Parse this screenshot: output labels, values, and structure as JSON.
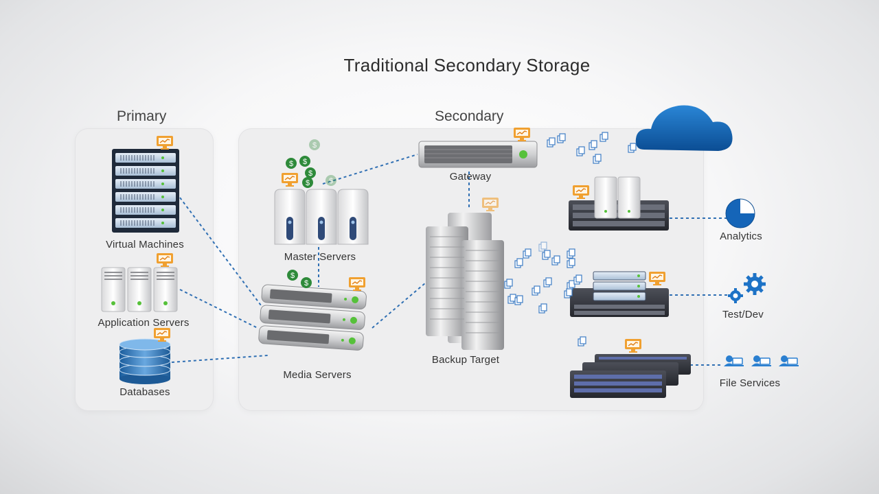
{
  "diagram": {
    "title": "Traditional Secondary Storage",
    "primary": {
      "heading": "Primary",
      "items": [
        "Virtual Machines",
        "Application Servers",
        "Databases"
      ]
    },
    "secondary": {
      "heading": "Secondary",
      "items": [
        "Master Servers",
        "Media Servers",
        "Gateway",
        "Backup Target"
      ]
    },
    "consumers": [
      "Analytics",
      "Test/Dev",
      "File Services"
    ],
    "colors": {
      "link": "#2f6fb3",
      "cloud": "#1565b8",
      "monitor": "#f0a030",
      "money": "#2e8a3a",
      "led": "#56c13a"
    }
  }
}
